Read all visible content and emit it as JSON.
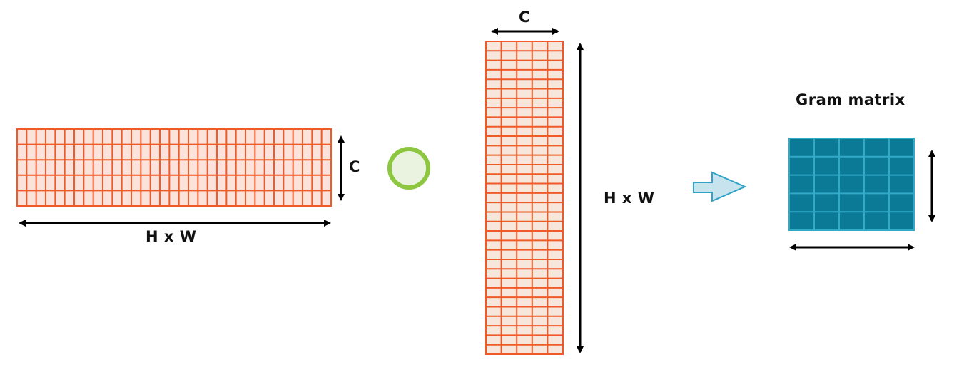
{
  "labels": {
    "left_height": "C",
    "left_width": "H x W",
    "right_width": "C",
    "right_height": "H x W",
    "gram_title": "Gram matrix"
  },
  "matrices": {
    "feature": {
      "rows": 5,
      "cols": 33
    },
    "feature_transposed": {
      "rows": 33,
      "cols": 5
    },
    "gram": {
      "rows": 5,
      "cols": 5
    }
  },
  "operator": "matrix-multiplication-circle",
  "colors": {
    "feature_fill": "#fbe3dc",
    "feature_line": "#f05a28",
    "transposed_fill": "#f6e6dc",
    "gram_fill": "#0b7a96",
    "gram_line": "#33a9c8",
    "circle_stroke": "#8dc63f",
    "circle_fill": "#eaf3e0",
    "arrow_fill": "#c7e4ee",
    "arrow_stroke": "#31a3c6"
  }
}
